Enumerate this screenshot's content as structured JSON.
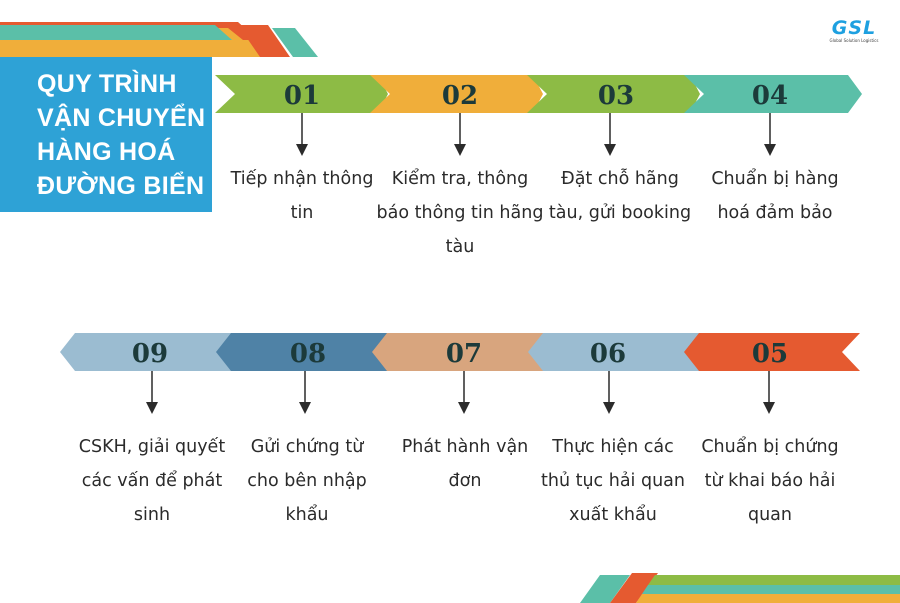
{
  "title": [
    "QUY TRÌNH",
    "VẬN CHUYỂN",
    "HÀNG HOÁ",
    "ĐƯỜNG BIỂN"
  ],
  "logo": {
    "name": "GSL",
    "tagline": "Global Solution Logistics"
  },
  "colors": {
    "title_bg": "#2ea2d6",
    "green": "#8dbb45",
    "orange": "#f0ae3a",
    "teal": "#5bbfa8",
    "red": "#e55a30",
    "steel_blue": "#4f82a6",
    "tan": "#d8a57e",
    "light_blue": "#9bbcd1"
  },
  "steps": [
    {
      "number": "01",
      "text": [
        "Tiếp nhận thông",
        "tin"
      ]
    },
    {
      "number": "02",
      "text": [
        "Kiểm tra, thông",
        "báo thông tin hãng",
        "tàu"
      ]
    },
    {
      "number": "03",
      "text": [
        "Đặt chỗ hãng",
        "tàu, gửi booking"
      ]
    },
    {
      "number": "04",
      "text": [
        "Chuẩn bị hàng",
        "hoá đảm bảo"
      ]
    },
    {
      "number": "05",
      "text": [
        "Chuẩn bị chứng",
        "từ khai báo hải",
        "quan"
      ]
    },
    {
      "number": "06",
      "text": [
        "Thực hiện các",
        "thủ tục hải quan",
        "xuất khẩu"
      ]
    },
    {
      "number": "07",
      "text": [
        "Phát hành vận",
        "đơn"
      ]
    },
    {
      "number": "08",
      "text": [
        "Gửi chứng từ",
        "cho bên nhập",
        "khẩu"
      ]
    },
    {
      "number": "09",
      "text": [
        "CSKH, giải quyết",
        "các vấn để phát",
        "sinh"
      ]
    }
  ]
}
